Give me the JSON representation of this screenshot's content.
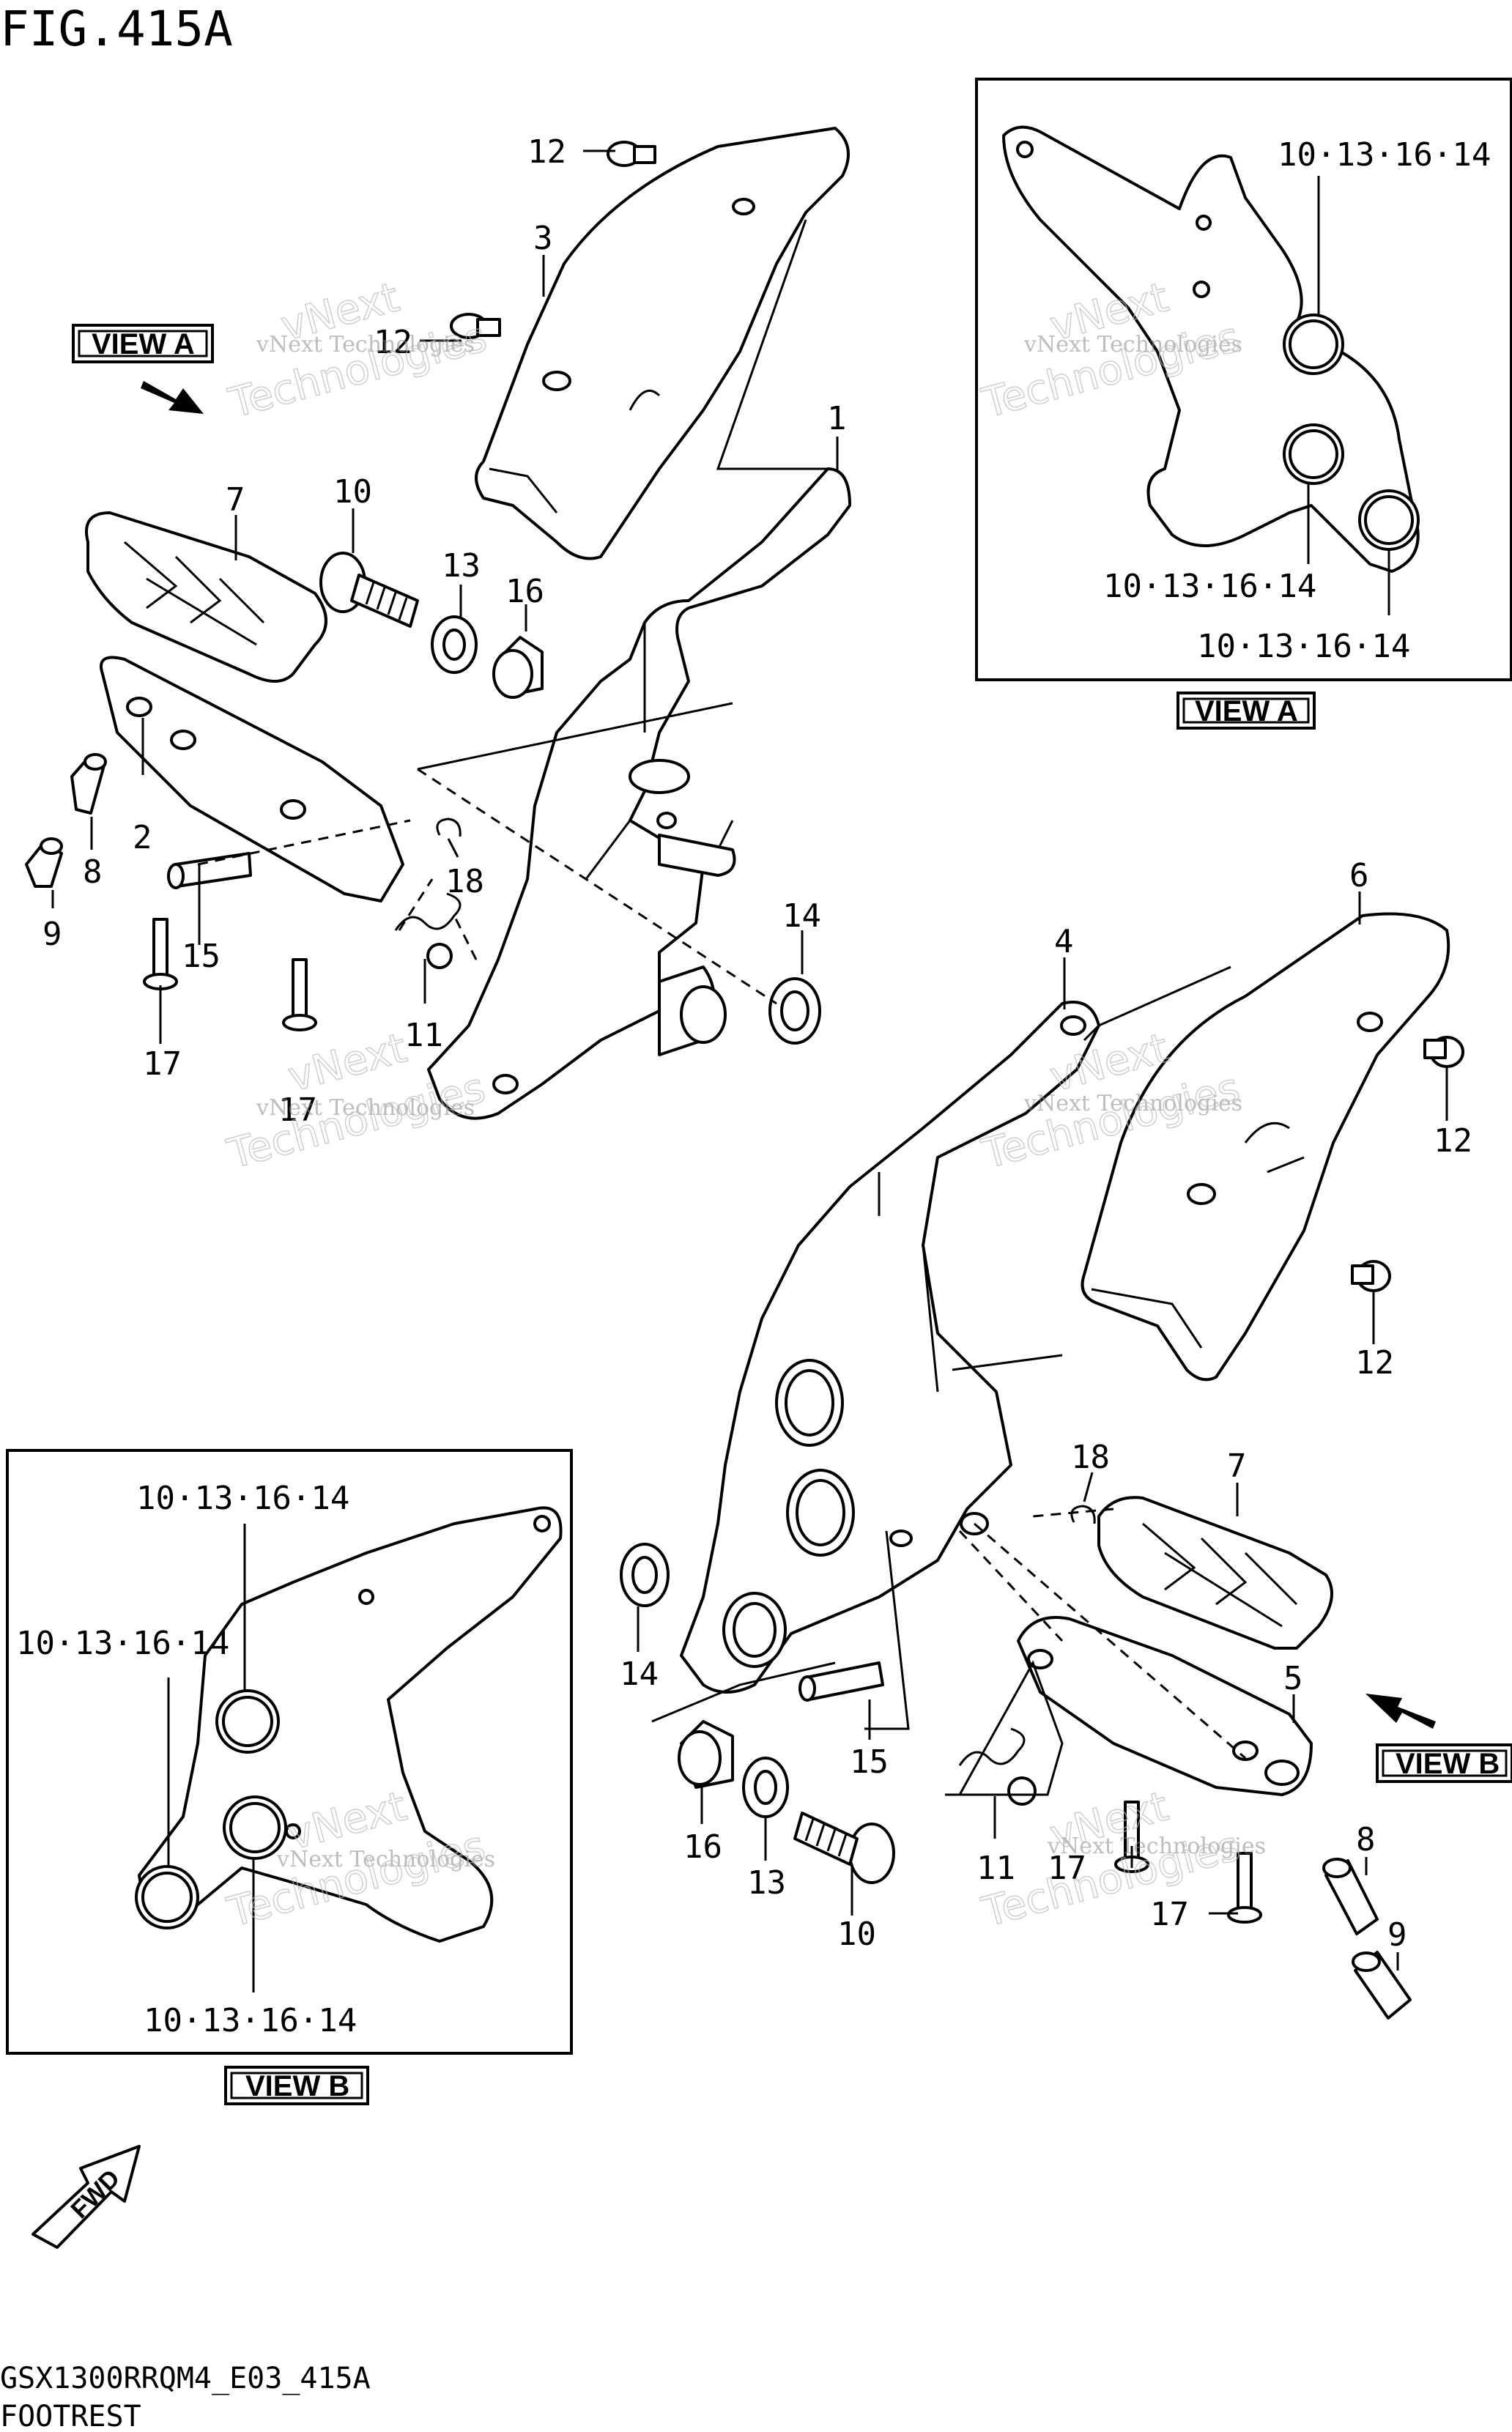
{
  "figure_title": "FIG.415A",
  "footer": {
    "code": "GSX1300RRQM4_E03_415A",
    "name": "FOOTREST"
  },
  "view_labels": {
    "view_a": "VIEW A",
    "view_b": "VIEW B",
    "fwd": "FWD"
  },
  "watermark": {
    "line1": "vNext Technologies",
    "line2": "vNext",
    "line3": "Technologies"
  },
  "callouts": {
    "c1": "1",
    "c2": "2",
    "c3": "3",
    "c4": "4",
    "c5": "5",
    "c6": "6",
    "c7a": "7",
    "c7b": "7",
    "c8a": "8",
    "c8b": "8",
    "c9a": "9",
    "c9b": "9",
    "c10a": "10",
    "c10b": "10",
    "c11a": "11",
    "c11b": "11",
    "c12a": "12",
    "c12b": "12",
    "c12c": "12",
    "c12d": "12",
    "c13a": "13",
    "c13b": "13",
    "c14a": "14",
    "c14b": "14",
    "c15a": "15",
    "c15b": "15",
    "c16a": "16",
    "c16b": "16",
    "c17a": "17",
    "c17b": "17",
    "c17c": "17",
    "c17d": "17",
    "c18a": "18",
    "c18b": "18"
  },
  "view_a_callouts": {
    "top": "10·13·16·14",
    "middle": "10·13·16·14",
    "bottom": "10·13·16·14"
  },
  "view_b_callouts": {
    "top": "10·13·16·14",
    "left": "10·13·16·14",
    "bottom": "10·13·16·14"
  }
}
